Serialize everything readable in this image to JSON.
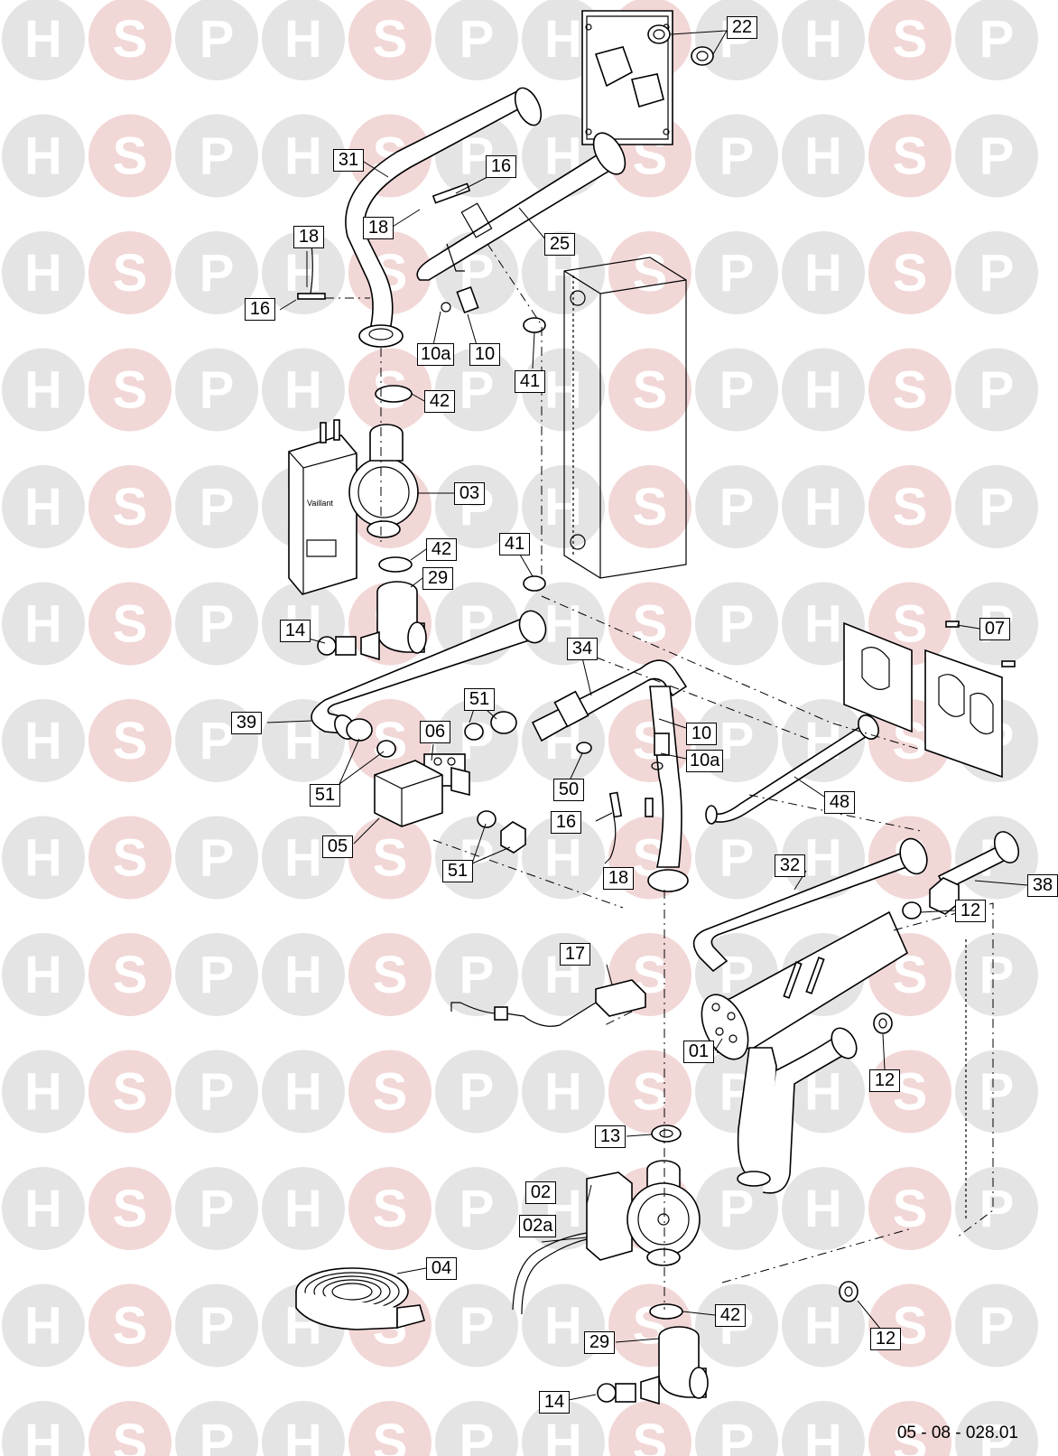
{
  "watermark": {
    "letters": [
      "H",
      "S",
      "P"
    ],
    "circle_color": "#e4e4e4",
    "s_color": "#f2d7d7",
    "letter_color": "#ffffff"
  },
  "callouts": [
    "22",
    "31",
    "16",
    "18",
    "25",
    "18",
    "16",
    "10a",
    "10",
    "41",
    "42",
    "03",
    "42",
    "41",
    "29",
    "14",
    "34",
    "07",
    "39",
    "51",
    "06",
    "10",
    "10a",
    "50",
    "51",
    "05",
    "16",
    "48",
    "51",
    "18",
    "32",
    "38",
    "12",
    "17",
    "01",
    "12",
    "13",
    "02",
    "02a",
    "04",
    "42",
    "29",
    "12",
    "14"
  ],
  "drawing_ref": "05 - 08 - 028.01"
}
